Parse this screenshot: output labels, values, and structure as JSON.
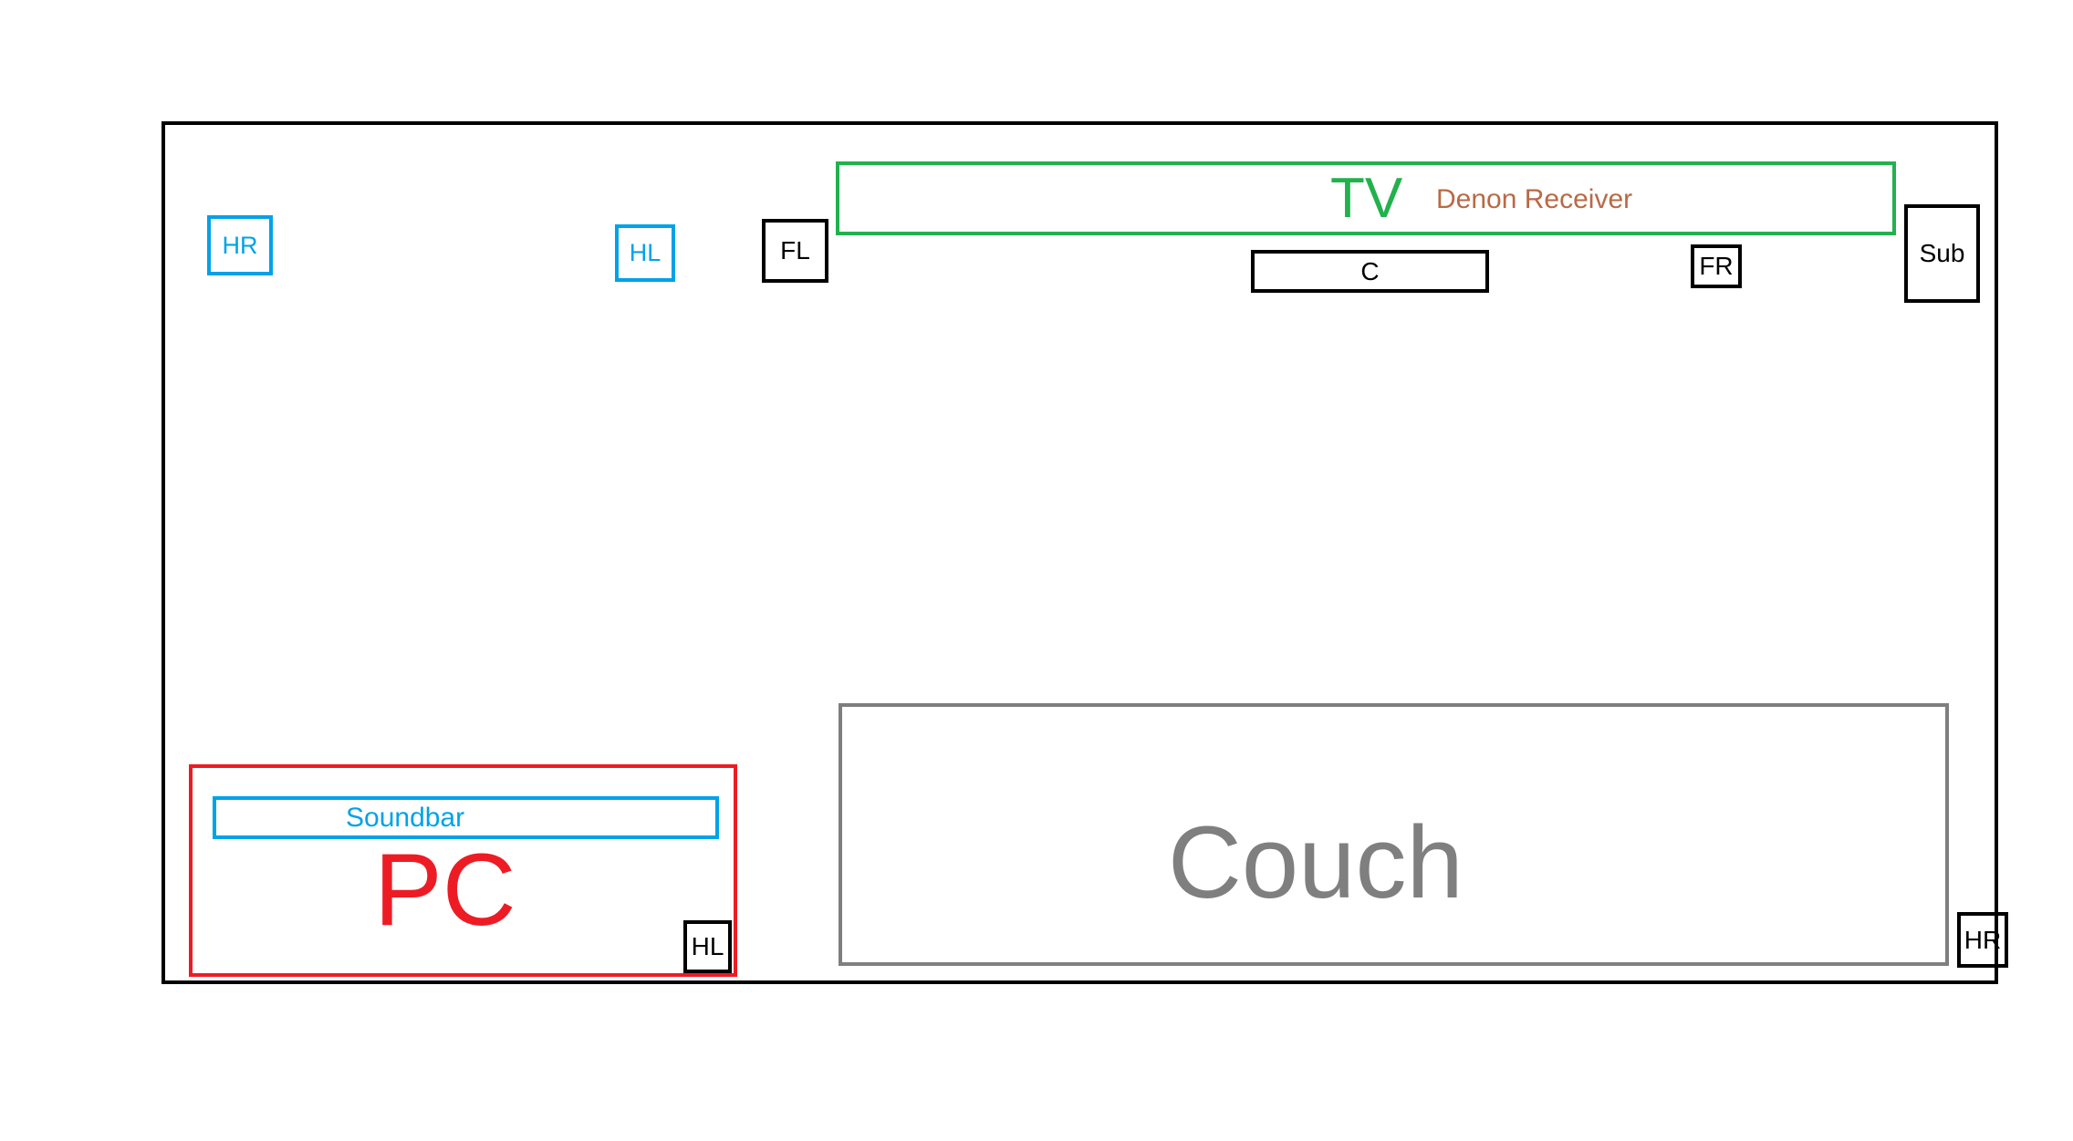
{
  "diagram": {
    "colors": {
      "room": "#000000",
      "tv": "#22b14c",
      "receiver": "#b86a45",
      "speaker": "#000000",
      "height_speaker": "#00a2e8",
      "pc": "#ed1c24",
      "soundbar": "#00a2e8",
      "couch": "#7f7f7f"
    },
    "tv": {
      "label": "TV",
      "receiver_label": "Denon Receiver"
    },
    "speakers": {
      "fl": "FL",
      "c": "C",
      "fr": "FR",
      "sub": "Sub",
      "hr_top": "HR",
      "hl_top": "HL",
      "hl_pc": "HL",
      "hr_couch": "HR"
    },
    "pc": {
      "label": "PC",
      "soundbar_label": "Soundbar"
    },
    "couch": {
      "label": "Couch"
    }
  }
}
